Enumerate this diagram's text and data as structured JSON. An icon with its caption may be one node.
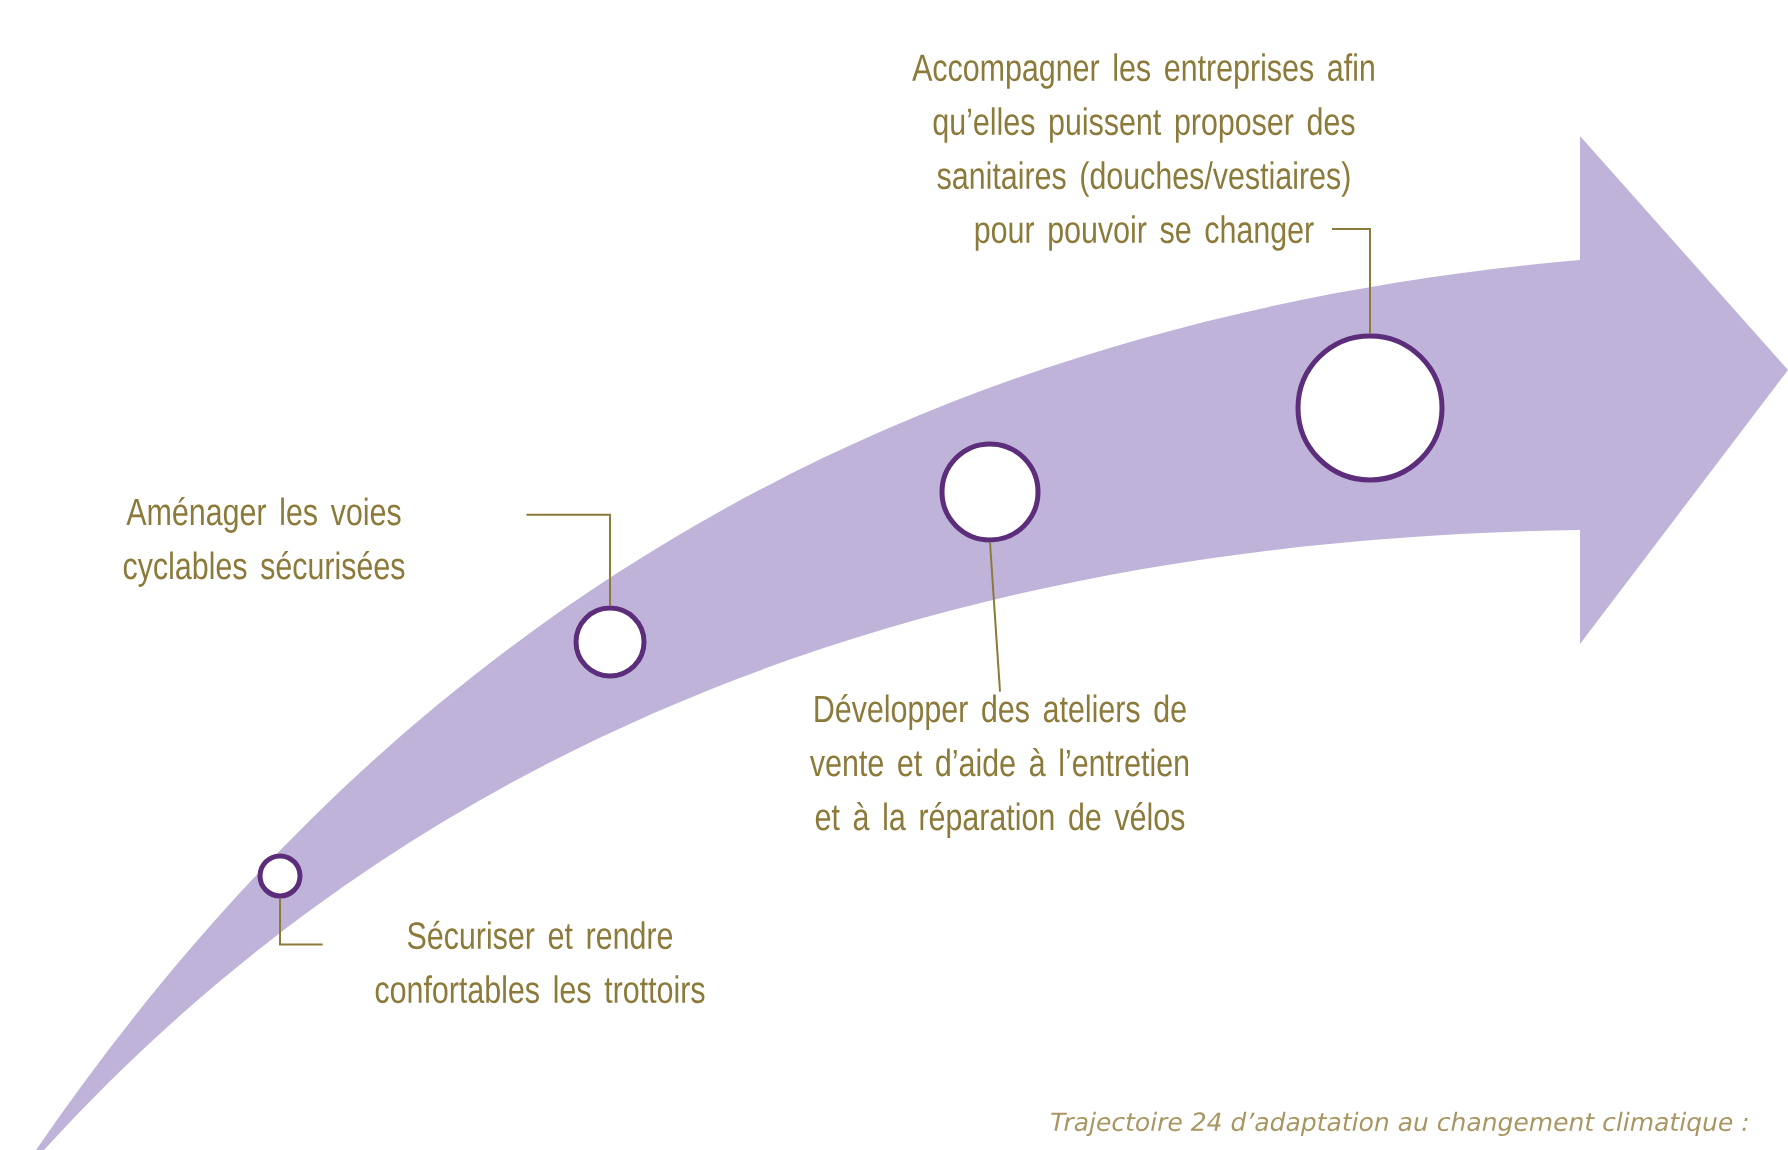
{
  "diagram": {
    "caption": "Trajectoire 24 d’adaptation au changement climatique :",
    "nodes": [
      {
        "text": [
          "Accompagner les entreprises afin qu’elles puissent proposer des sanitaires (douches/vestiaires) pour pouvoir se changer"
        ]
      },
      {
        "text": [
          "Aménager les voies cyclables sécurisées"
        ]
      },
      {
        "text": [
          "Développer des ateliers de vente et d’aide à l’entretien et à la réparation de vélos"
        ]
      },
      {
        "text": [
          "Sécuriser et rendre confortables les trottoirs"
        ]
      },
      {
        "text": [],
        "shape": "circle"
      },
      {
        "text": [],
        "shape": "circle"
      },
      {
        "text": [],
        "shape": "circle"
      },
      {
        "text": [],
        "shape": "circle"
      }
    ],
    "edges": [
      {
        "from": 3,
        "to": 4,
        "arrow": "none"
      },
      {
        "from": 1,
        "to": 5,
        "arrow": "none"
      },
      {
        "from": 2,
        "to": 6,
        "arrow": "none"
      },
      {
        "from": 0,
        "to": 7,
        "arrow": "none"
      }
    ]
  }
}
